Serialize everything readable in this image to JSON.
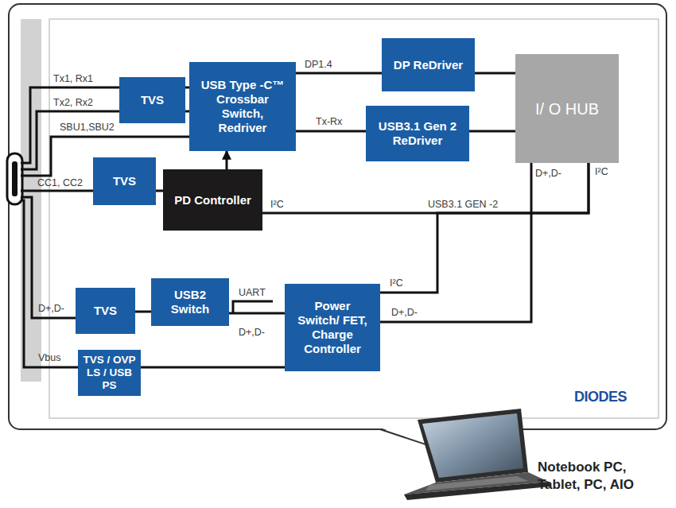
{
  "diagram": {
    "nodes": [
      {
        "text": [
          "TVS"
        ]
      },
      {
        "text": [
          "USB Type -C™ Crossbar Switch, Redriver"
        ]
      },
      {
        "text": [
          "DP ReDriver"
        ]
      },
      {
        "text": [
          "I/ O HUB"
        ]
      },
      {
        "text": [
          "USB3.1 Gen 2 ReDriver"
        ]
      },
      {
        "text": [
          "TVS"
        ]
      },
      {
        "text": [
          "PD Controller"
        ]
      },
      {
        "text": [
          "TVS"
        ]
      },
      {
        "text": [
          "USB2 Switch"
        ]
      },
      {
        "text": [
          "Power Switch/ FET, Charge Controller"
        ]
      },
      {
        "text": [
          "TVS / OVP LS / USB PS"
        ]
      }
    ],
    "edges": [
      {
        "from": 0,
        "to": 1,
        "arrow": "none"
      },
      {
        "from": 0,
        "to": 1,
        "arrow": "none"
      },
      {
        "from": 1,
        "to": 2,
        "label": "DP1.4",
        "arrow": "none"
      },
      {
        "from": 2,
        "to": 3,
        "arrow": "none"
      },
      {
        "from": 1,
        "to": 4,
        "label": "Tx-Rx",
        "arrow": "none"
      },
      {
        "from": 4,
        "to": 3,
        "arrow": "none"
      },
      {
        "from": 6,
        "to": 1,
        "arrow": "to"
      },
      {
        "from": 5,
        "to": 6,
        "arrow": "none"
      },
      {
        "from": 6,
        "to": 3,
        "label": "I²C",
        "arrow": "none"
      },
      {
        "from": 9,
        "to": 3,
        "label": "I²C",
        "arrow": "none"
      },
      {
        "from": 7,
        "to": 8,
        "arrow": "none"
      },
      {
        "from": 8,
        "to": 9,
        "label": "D+,D-",
        "arrow": "none"
      },
      {
        "from": 9,
        "to": 3,
        "label": "D+,D-",
        "arrow": "none"
      },
      {
        "from": 10,
        "to": 9,
        "arrow": "none"
      }
    ],
    "labels": [
      "Tx1, Rx1",
      "Tx2, Rx2",
      "SBU1,SBU2",
      "CC1, CC2",
      "D+,D-",
      "Vbus",
      "USB3.1 GEN -2",
      "D+,D-",
      "I²C",
      "UART",
      "DIODES",
      "Notebook PC,",
      "Tablet, PC, AIO"
    ]
  }
}
